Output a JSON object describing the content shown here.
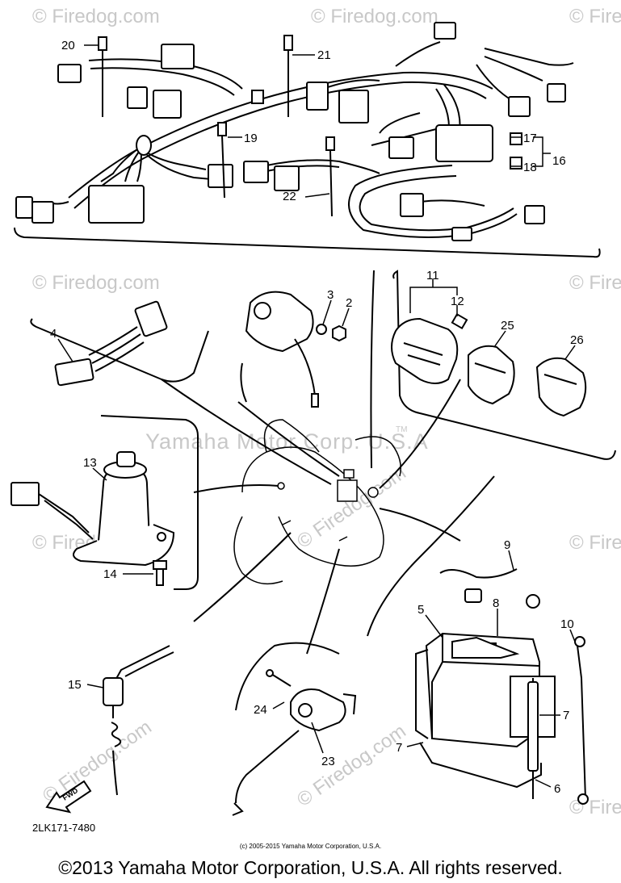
{
  "callouts": [
    "20",
    "21",
    "19",
    "22",
    "17",
    "16",
    "18",
    "11",
    "12",
    "25",
    "26",
    "4",
    "3",
    "2",
    "13",
    "14",
    "9",
    "5",
    "8",
    "10",
    "7",
    "7",
    "15",
    "24",
    "23",
    "6"
  ],
  "watermarks": {
    "site": "© Firedog.com",
    "site_short": "© Fire",
    "corp": "Yamaha Motor Corp. U.S.A",
    "tm": "TM"
  },
  "fwd_label": "FWD",
  "part_code": "2LK171-7480",
  "small_copyright": "(c) 2005-2015 Yamaha Motor Corporation, U.S.A.",
  "footer_copyright": "©2013 Yamaha Motor Corporation, U.S.A. All rights reserved."
}
